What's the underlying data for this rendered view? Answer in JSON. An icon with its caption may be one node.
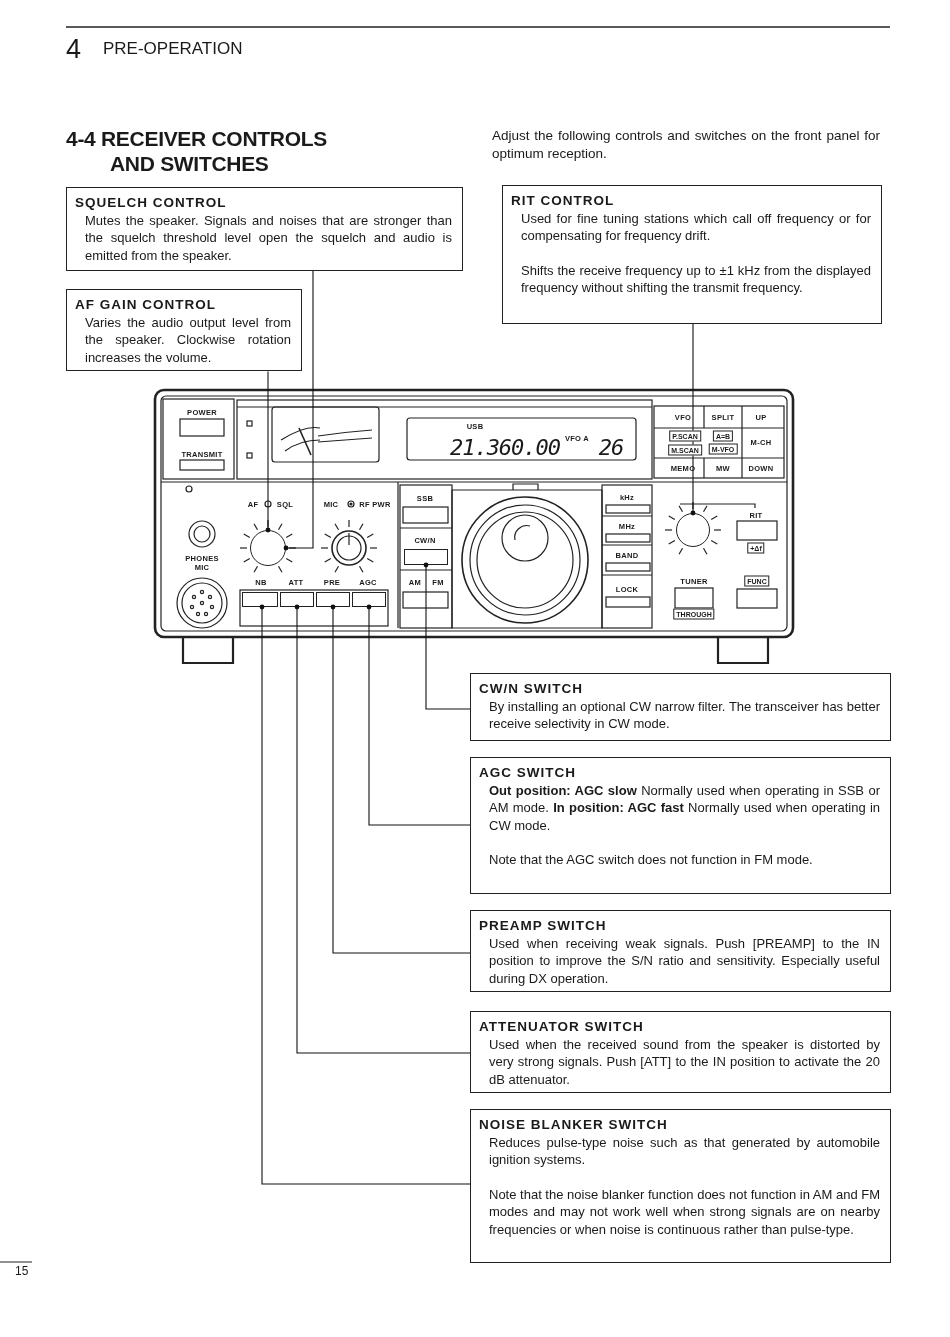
{
  "diagram": {
    "title": "4-4 RECEIVER CONTROLS AND SWITCHES",
    "nodes": [
      {
        "text": [
          "SQUELCH CONTROL",
          "Mutes the speaker. Signals and noises that are stronger than the squelch threshold level open the squelch and audio is emitted from the speaker."
        ]
      },
      {
        "text": [
          "AF GAIN CONTROL",
          "Varies the audio output level from the speaker. Clockwise rotation increases the volume."
        ]
      },
      {
        "text": [
          "RIT CONTROL",
          "Used for fine tuning stations which call off frequency or for compensating for frequency drift.",
          "Shifts the receive frequency up to ±1 kHz from the displayed frequency without shifting the transmit frequency."
        ]
      },
      {
        "text": [
          "CW/N SWITCH",
          "By installing an optional CW narrow filter. The transceiver has better receive selectivity in CW mode."
        ]
      },
      {
        "text": [
          "AGC SWITCH",
          "**Out position:  AGC slow** Normally used when operating in SSB or AM mode. **In position:  AGC fast** Normally used when operating in CW mode.",
          "Note that the AGC switch does not function in FM mode."
        ]
      },
      {
        "text": [
          "PREAMP SWITCH",
          "Used when receiving weak signals. Push [PREAMP] to the IN position to improve the S/N ratio and sensitivity. Especially useful during DX operation."
        ]
      },
      {
        "text": [
          "ATTENUATOR SWITCH",
          "Used when the received sound from the speaker is distorted by very strong signals. Push [ATT] to the IN position to activate the 20 dB attenuator."
        ]
      },
      {
        "text": [
          "NOISE BLANKER SWITCH",
          "Reduces pulse-type noise such as that generated by automobile ignition systems.",
          "Note that the noise blanker function does not function in AM and FM modes and may not work well when strong signals are on nearby frequencies or when noise is continuous rather than pulse-type."
        ]
      },
      {
        "text": [],
        "shape": "circle"
      },
      {
        "text": [],
        "shape": "circle"
      },
      {
        "text": [],
        "shape": "box"
      },
      {
        "text": [],
        "shape": "box"
      },
      {
        "text": [],
        "shape": "box"
      },
      {
        "text": [],
        "shape": "box"
      },
      {
        "text": [],
        "shape": "box"
      }
    ],
    "edges": [
      {
        "from": 0,
        "to": 8,
        "arrow": "other"
      },
      {
        "from": 1,
        "to": 8,
        "arrow": "other"
      },
      {
        "from": 2,
        "to": 9,
        "arrow": "other"
      },
      {
        "from": 3,
        "to": 10,
        "arrow": "other"
      },
      {
        "from": 4,
        "to": 11,
        "arrow": "other"
      },
      {
        "from": 5,
        "to": 12,
        "arrow": "other"
      },
      {
        "from": 6,
        "to": 13,
        "arrow": "other"
      },
      {
        "from": 7,
        "to": 14,
        "arrow": "other"
      }
    ],
    "labels": [
      "4",
      "PRE-OPERATION",
      "Adjust the following controls and switches on the front panel for optimum reception.",
      "POWER",
      "TRANSMIT",
      "USB",
      "21.360.00",
      "VFO A",
      "26",
      "VFO",
      "SPLIT",
      "UP",
      "P.SCAN",
      "A=B",
      "M-CH",
      "M.SCAN",
      "M-VFO",
      "MEMO",
      "MW",
      "DOWN",
      "AF",
      "SQL",
      "MIC",
      "RF PWR",
      "SSB",
      "kHz",
      "PHONES",
      "MIC",
      "CW/N",
      "MHz",
      "RIT",
      "+Δf",
      "BAND",
      "NB",
      "ATT",
      "PRE",
      "AGC",
      "AM",
      "FM",
      "TUNER",
      "FUNC",
      "LOCK",
      "THROUGH",
      "15"
    ]
  }
}
